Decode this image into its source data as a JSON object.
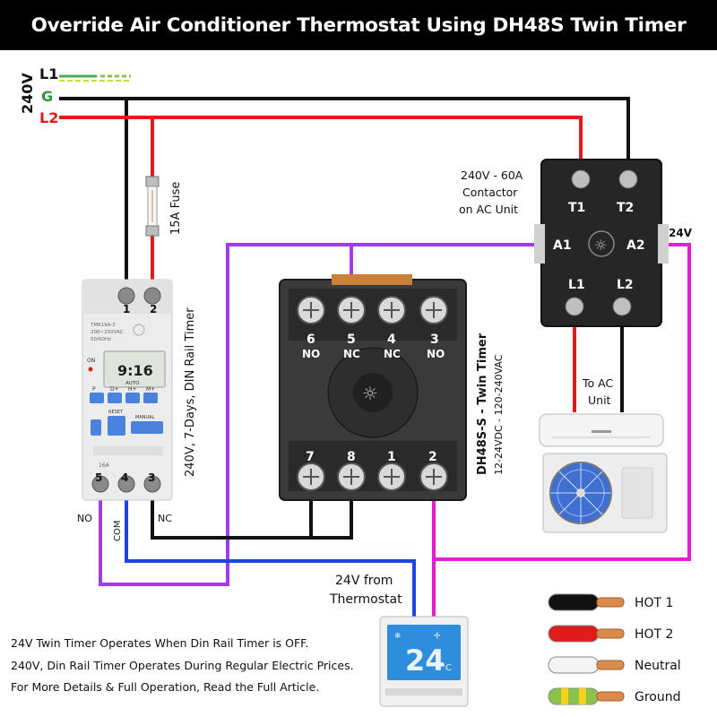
{
  "title": "Override Air Conditioner Thermostat Using DH48S Twin Timer",
  "supply": {
    "voltage": "240V",
    "l1": "L1",
    "g": "G",
    "l2": "L2"
  },
  "colors": {
    "hot1": "#111111",
    "hot2": "#e01b1b",
    "neutral": "#ffffff",
    "ground": "#2d9b2d",
    "signal_24v_a": "#a23be8",
    "signal_24v_b": "#e51cd1",
    "com": "#1b44e0"
  },
  "fuse": {
    "label": "15A Fuse"
  },
  "din_timer": {
    "label": "240V, 7-Days, DIN Rail Timer",
    "model": "TM619A-2",
    "rating": "200~250VAC",
    "freq": "50/60Hz",
    "display": "9:16",
    "mode": "AUTO",
    "on_label": "ON",
    "buttons": [
      "P",
      "D+",
      "H+",
      "M+"
    ],
    "reset": "RESET",
    "manual": "MANUAL",
    "rating_small": "16A",
    "top_terminals": [
      "1",
      "2"
    ],
    "bottom_terminals": [
      "5",
      "4",
      "3"
    ],
    "no": "NO",
    "com": "COM",
    "nc": "NC"
  },
  "twin_timer": {
    "label": "DH48S-S - Twin Timer",
    "sublabel": "12-24VDC - 120-240VAC",
    "top_terminals": [
      {
        "num": "6",
        "type": "NO"
      },
      {
        "num": "5",
        "type": "NC"
      },
      {
        "num": "4",
        "type": "NC"
      },
      {
        "num": "3",
        "type": "NO"
      }
    ],
    "bottom_terminals": [
      "7",
      "8",
      "1",
      "2"
    ]
  },
  "contactor": {
    "label_1": "240V - 60A",
    "label_2": "Contactor",
    "label_3": "on AC Unit",
    "terminals": [
      "T1",
      "T2",
      "A1",
      "A2",
      "L1",
      "L2"
    ],
    "coil_voltage": "24V"
  },
  "ac_unit": {
    "label_1": "To AC",
    "label_2": "Unit"
  },
  "thermostat": {
    "label_1": "24V from",
    "label_2": "Thermostat",
    "temp": "24",
    "unit": "°C"
  },
  "notes": [
    "24V Twin Timer Operates When Din Rail Timer is OFF.",
    "240V, Din Rail Timer Operates During Regular Electric Prices.",
    "For More Details & Full Operation, Read the Full Article."
  ],
  "legend": [
    {
      "label": "HOT 1",
      "color": "#111111"
    },
    {
      "label": "HOT 2",
      "color": "#e01b1b"
    },
    {
      "label": "Neutral",
      "color": "#f4f4f4"
    },
    {
      "label": "Ground",
      "color": "#8bc34a"
    }
  ]
}
